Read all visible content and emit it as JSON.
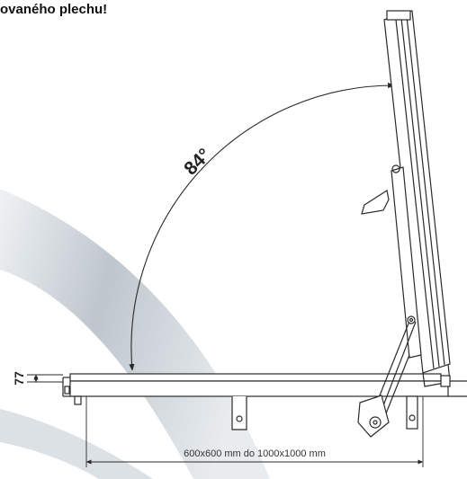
{
  "heading": "ovaného plechu!",
  "angle_label": "84°",
  "height_label": "77",
  "size_label": "600x600 mm do 1000x1000 mm",
  "colors": {
    "line": "#2a2a2a",
    "swoosh_dark": "#aab4bd",
    "swoosh_light": "#ffffff"
  }
}
